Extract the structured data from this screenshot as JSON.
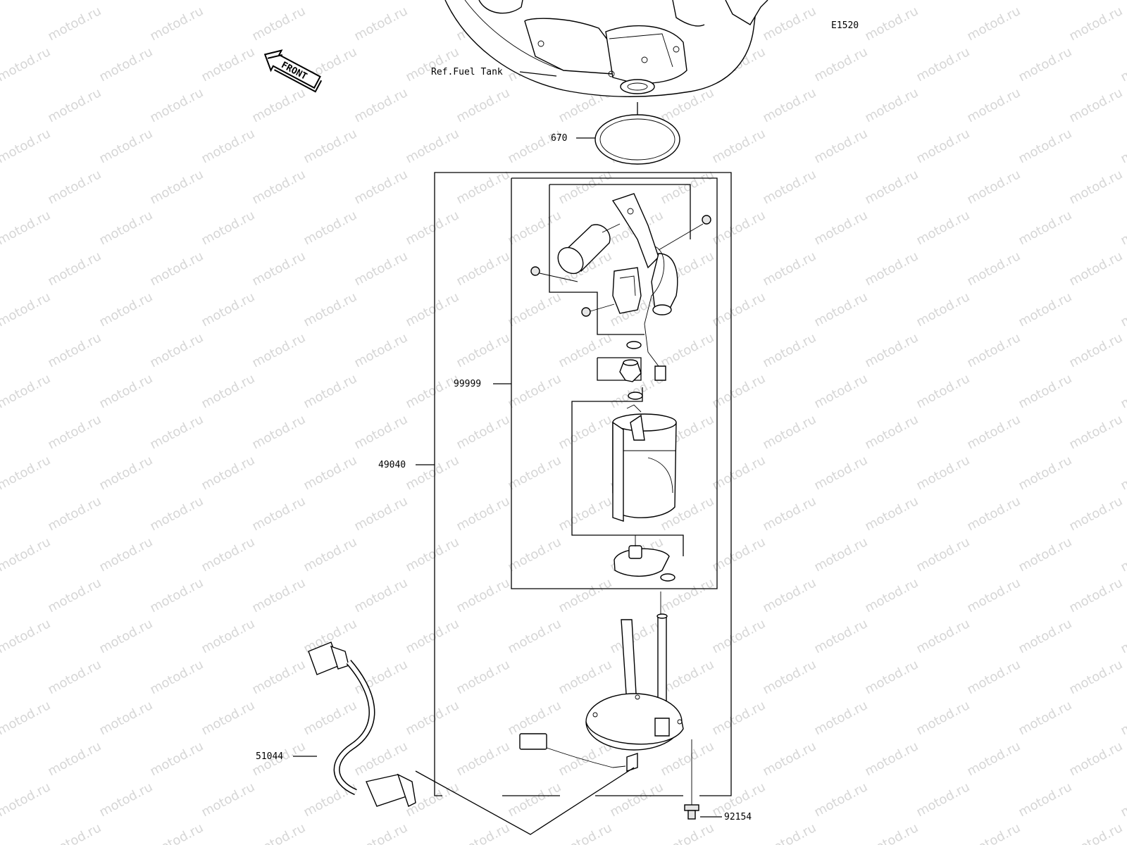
{
  "diagram": {
    "code": "E1520",
    "direction": "FRONT",
    "watermark": "motod.ru",
    "labels": {
      "ref_fuel_tank": "Ref.Fuel Tank",
      "p670": "670",
      "p99999": "99999",
      "p49040": "49040",
      "p51044": "51044",
      "p92154": "92154"
    }
  }
}
